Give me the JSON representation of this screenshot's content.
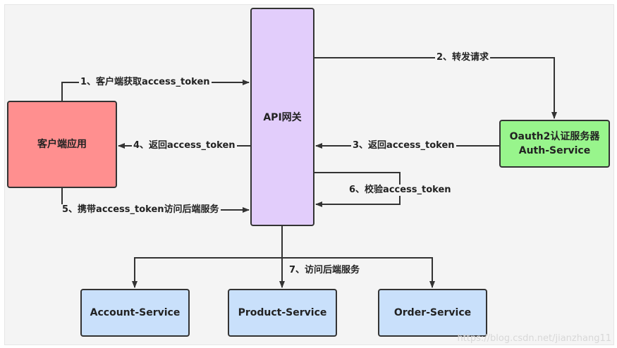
{
  "nodes": {
    "client": "客户端应用",
    "gateway": "API网关",
    "auth_line1": "Oauth2认证服务器",
    "auth_line2": "Auth-Service",
    "account": "Account-Service",
    "product": "Product-Service",
    "order": "Order-Service"
  },
  "edges": {
    "step1": "1、客户端获取access_token",
    "step2": "2、转发请求",
    "step3": "3、返回access_token",
    "step4": "4、返回access_token",
    "step5": "5、携带access_token访问后端服务",
    "step6": "6、校验access_token",
    "step7": "7、访问后端服务"
  },
  "watermark": "https://blog.csdn.net/jianzhang11",
  "colors": {
    "client": "#ff8f8f",
    "gateway": "#e2cdfb",
    "auth": "#98f58c",
    "services": "#c9e0fb"
  }
}
